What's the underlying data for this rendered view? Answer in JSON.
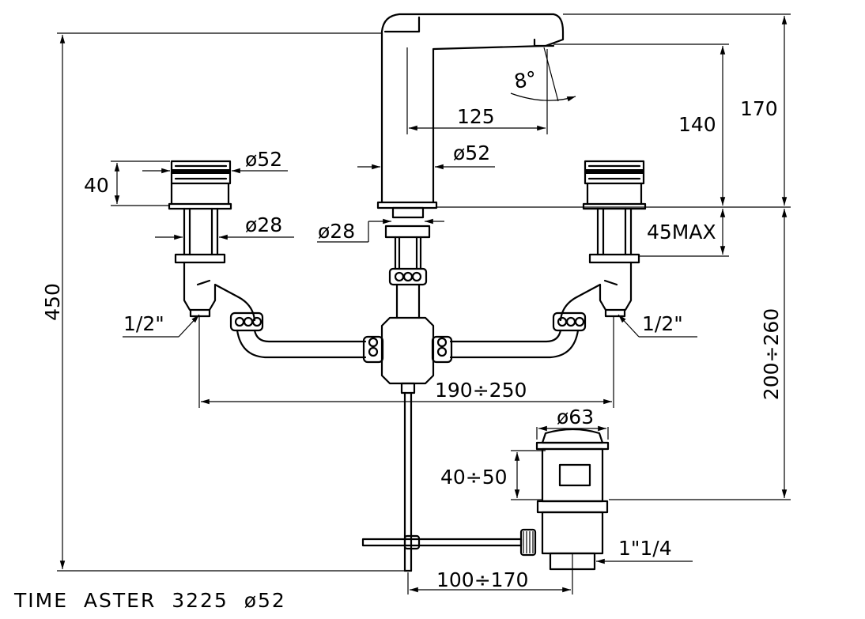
{
  "drawing": {
    "caption": "TIME  ASTER  3225  ø52",
    "dimensions": {
      "total_height": "450",
      "spout_height": "170",
      "outlet_height": "140",
      "spout_reach": "125",
      "spout_angle": "8°",
      "spout_base_diameter": "ø52",
      "handle_diameter": "ø52",
      "handle_height": "40",
      "handle_shank_diameter": "ø28",
      "spout_shank_diameter": "ø28",
      "max_deck_thickness": "45MAX",
      "left_connection": "1/2\"",
      "right_connection": "1/2\"",
      "valve_spacing": "190÷250",
      "depth_range": "200÷260",
      "drain_diameter": "ø63",
      "drain_height": "40÷50",
      "drain_thread": "1\"1/4",
      "rod_offset": "100÷170"
    }
  }
}
